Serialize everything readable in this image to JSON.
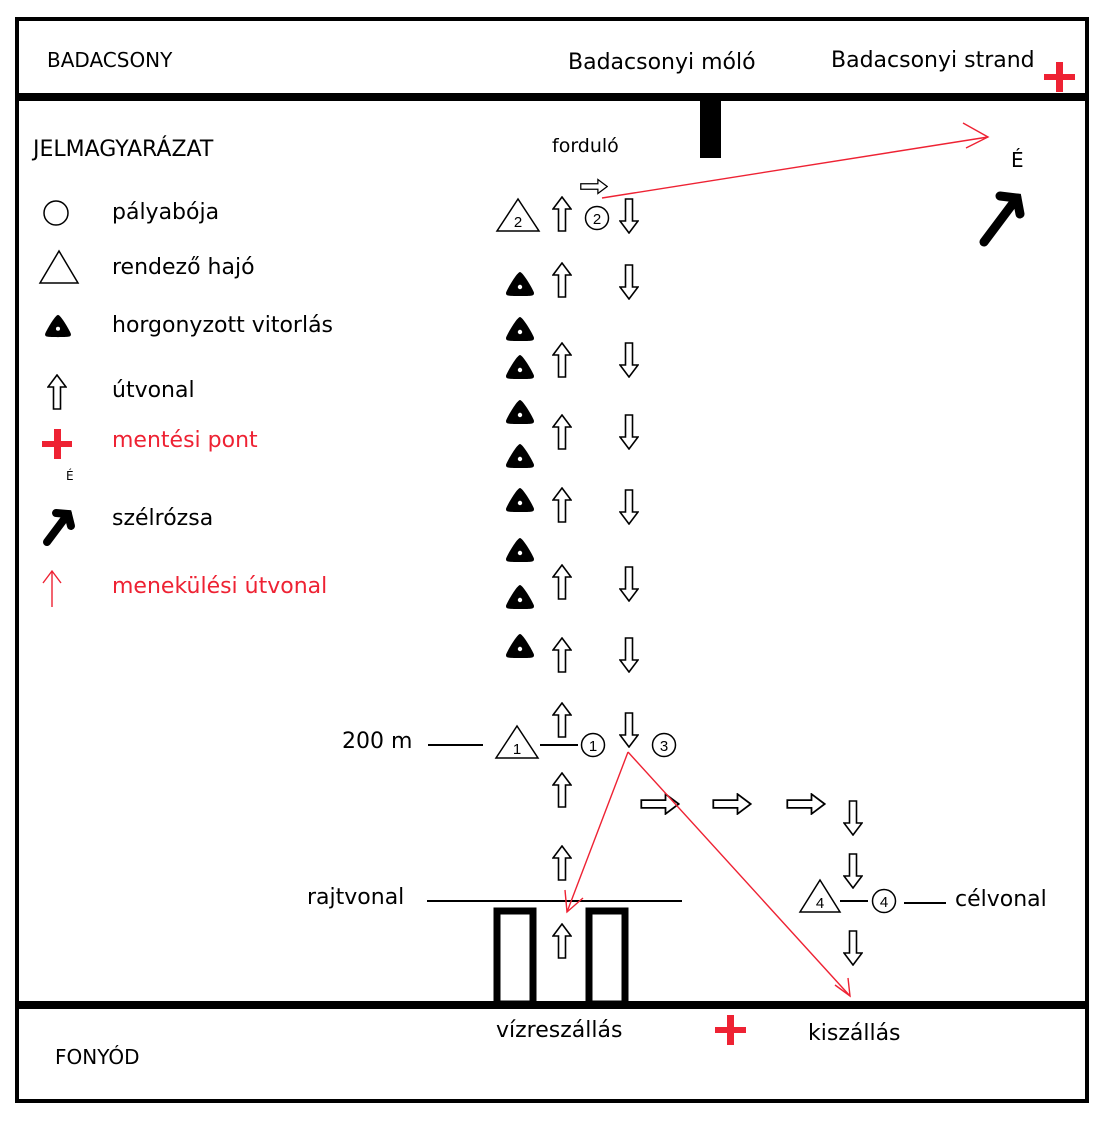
{
  "shore_north": {
    "town": "BADACSONY",
    "pier": "Badacsonyi móló",
    "beach": "Badacsonyi strand"
  },
  "shore_south": {
    "town": "FONYÓD",
    "launch": "vízreszállás",
    "landing": "kiszállás"
  },
  "legend": {
    "title": "JELMAGYARÁZAT",
    "items": [
      {
        "icon": "course-buoy-icon",
        "label": "pályabója"
      },
      {
        "icon": "committee-boat-icon",
        "label": "rendező hajó"
      },
      {
        "icon": "anchored-sailboat-icon",
        "label": "horgonyzott vitorlás"
      },
      {
        "icon": "route-arrow-icon",
        "label": "útvonal"
      },
      {
        "icon": "rescue-point-icon",
        "label": "mentési pont"
      },
      {
        "icon": "wind-rose-icon",
        "label": "szélrózsa"
      },
      {
        "icon": "escape-route-icon",
        "label": "menekülési útvonal"
      }
    ],
    "wind_rose_letter": "É"
  },
  "course": {
    "turn_label": "forduló",
    "distance_label": "200 m",
    "start_label": "rajtvonal",
    "finish_label": "célvonal",
    "buoys": [
      "1",
      "2",
      "3",
      "4"
    ],
    "committee_boats": [
      "1",
      "2",
      "4"
    ]
  },
  "compass": {
    "letter": "É"
  },
  "colors": {
    "rescue": "#ee2233",
    "escape": "#ee2233",
    "ink": "#000000"
  }
}
